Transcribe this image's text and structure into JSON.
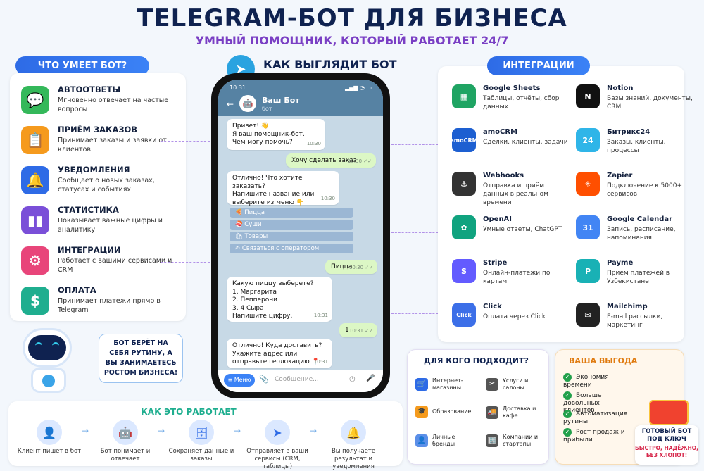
{
  "header": {
    "title": "TELEGRAM-БОТ ДЛЯ БИЗНЕСА",
    "subtitle": "УМНЫЙ ПОМОЩНИК, КОТОРЫЙ РАБОТАЕТ 24/7"
  },
  "features": {
    "heading": "ЧТО УМЕЕТ БОТ?",
    "items": [
      {
        "title": "АВТООТВЕТЫ",
        "desc": "Мгновенно отвечает на частые вопросы",
        "icon": "chat-icon",
        "color": "#34b85a"
      },
      {
        "title": "ПРИЁМ ЗАКАЗОВ",
        "desc": "Принимает заказы и заявки от клиентов",
        "icon": "clipboard-icon",
        "color": "#f59a1d"
      },
      {
        "title": "УВЕДОМЛЕНИЯ",
        "desc": "Сообщает о новых заказах, статусах и событиях",
        "icon": "bell-icon",
        "color": "#2e6be6"
      },
      {
        "title": "СТАТИСТИКА",
        "desc": "Показывает важные цифры и аналитику",
        "icon": "chart-icon",
        "color": "#7a4fd8"
      },
      {
        "title": "ИНТЕГРАЦИИ",
        "desc": "Работает с вашими сервисами и CRM",
        "icon": "gear-icon",
        "color": "#e8457a"
      },
      {
        "title": "ОПЛАТА",
        "desc": "Принимает платежи прямо в Telegram",
        "icon": "dollar-icon",
        "color": "#1fae8f"
      }
    ]
  },
  "robot": {
    "bubble": "БОТ БЕРЁТ НА СЕБЯ РУТИНУ, А ВЫ ЗАНИМАЕТЕСЬ РОСТОМ БИЗНЕСА!"
  },
  "phone": {
    "heading": "КАК ВЫГЛЯДИТ БОТ",
    "time": "10:31",
    "bot_name": "Ваш Бот",
    "bot_status": "бот",
    "msgs": {
      "m1": "Привет! 👋\nЯ ваш помощник-бот.\nЧем могу помочь?",
      "m1_time": "10:30",
      "m2": "Хочу сделать заказ",
      "m2_time": "10:30 ✓✓",
      "m3": "Отлично! Что хотите заказать?\nНапишите название или\nвыберите из меню 👇",
      "m3_time": "10:30",
      "kb": [
        "🍕 Пицца",
        "🍣 Суши",
        "🛍 Товары",
        "✍ Связаться с оператором"
      ],
      "m4": "Пицца",
      "m4_time": "10:30 ✓✓",
      "m5": "Какую пиццу выберете?\n1. Маргарита\n2. Пепперони\n3. 4 Сыра\nНапишите цифру.",
      "m5_time": "10:31",
      "m6": "1",
      "m6_time": "10:31 ✓✓",
      "m7": "Отлично! Куда доставить?\nУкажите адрес или\nотправьте геолокацию 📍",
      "m7_time": "10:31"
    },
    "menu_label": "≡ Меню",
    "input_placeholder": "Сообщение..."
  },
  "integrations": {
    "heading": "ИНТЕГРАЦИИ",
    "items": [
      {
        "title": "Google Sheets",
        "desc": "Таблицы, отчёты, сбор данных",
        "icon": "sheets-icon",
        "color": "#1fa463",
        "mark": "▦"
      },
      {
        "title": "Notion",
        "desc": "Базы знаний, документы, CRM",
        "icon": "notion-icon",
        "color": "#111111",
        "mark": "N"
      },
      {
        "title": "amoCRM",
        "desc": "Сделки, клиенты, задачи",
        "icon": "amocrm-icon",
        "color": "#1d5fd1",
        "mark": "amoCRM"
      },
      {
        "title": "Битрикс24",
        "desc": "Заказы, клиенты, процессы",
        "icon": "bitrix-icon",
        "color": "#2fb5e8",
        "mark": "24"
      },
      {
        "title": "Webhooks",
        "desc": "Отправка и приём данных в реальном времени",
        "icon": "webhook-icon",
        "color": "#333333",
        "mark": "⚓"
      },
      {
        "title": "Zapier",
        "desc": "Подключение к 5000+ сервисов",
        "icon": "zapier-icon",
        "color": "#ff4f00",
        "mark": "✳"
      },
      {
        "title": "OpenAI",
        "desc": "Умные ответы, ChatGPT",
        "icon": "openai-icon",
        "color": "#10a37f",
        "mark": "✿"
      },
      {
        "title": "Google Calendar",
        "desc": "Запись, расписание, напоминания",
        "icon": "calendar-icon",
        "color": "#4285f4",
        "mark": "31"
      },
      {
        "title": "Stripe",
        "desc": "Онлайн-платежи по картам",
        "icon": "stripe-icon",
        "color": "#635bff",
        "mark": "S"
      },
      {
        "title": "Payme",
        "desc": "Приём платежей в Узбекистане",
        "icon": "payme-icon",
        "color": "#19b1b5",
        "mark": "P"
      },
      {
        "title": "Click",
        "desc": "Оплата через Click",
        "icon": "click-icon",
        "color": "#3c6fe8",
        "mark": "Click"
      },
      {
        "title": "Mailchimp",
        "desc": "E-mail рассылки, маркетинг",
        "icon": "mailchimp-icon",
        "color": "#222222",
        "mark": "✉"
      }
    ]
  },
  "how": {
    "heading": "КАК ЭТО РАБОТАЕТ",
    "steps": [
      {
        "label": "Клиент пишет в бот",
        "icon": "user-icon",
        "mark": "👤"
      },
      {
        "label": "Бот понимает и отвечает",
        "icon": "robot-icon",
        "mark": "🤖"
      },
      {
        "label": "Сохраняет данные и заказы",
        "icon": "database-icon",
        "mark": "🗄"
      },
      {
        "label": "Отправляет в ваши сервисы (CRM, таблицы)",
        "icon": "send-icon",
        "mark": "➤"
      },
      {
        "label": "Вы получаете результат и уведомления",
        "icon": "bell-icon",
        "mark": "🔔"
      }
    ]
  },
  "audience": {
    "heading": "ДЛЯ КОГО ПОДХОДИТ?",
    "items": [
      {
        "label": "Интернет-магазины",
        "icon": "cart-icon",
        "color": "#2e6be6",
        "mark": "🛒"
      },
      {
        "label": "Услуги и салоны",
        "icon": "scissors-icon",
        "color": "#555555",
        "mark": "✂"
      },
      {
        "label": "Образование",
        "icon": "education-icon",
        "color": "#f59a1d",
        "mark": "🎓"
      },
      {
        "label": "Доставка и кафе",
        "icon": "delivery-icon",
        "color": "#555555",
        "mark": "🚚"
      },
      {
        "label": "Личные бренды",
        "icon": "person-icon",
        "color": "#5b8fe8",
        "mark": "👤"
      },
      {
        "label": "Компании и стартапы",
        "icon": "building-icon",
        "color": "#555555",
        "mark": "🏢"
      }
    ]
  },
  "benefits": {
    "heading": "ВАША ВЫГОДА",
    "items": [
      "Экономия времени",
      "Больше довольных клиентов",
      "Автоматизация рутины",
      "Рост продаж и прибыли"
    ]
  },
  "offer": {
    "line1": "ГОТОВЫЙ БОТ ПОД КЛЮЧ",
    "line2": "БЫСТРО, НАДЁЖНО, БЕЗ ХЛОПОТ!"
  }
}
